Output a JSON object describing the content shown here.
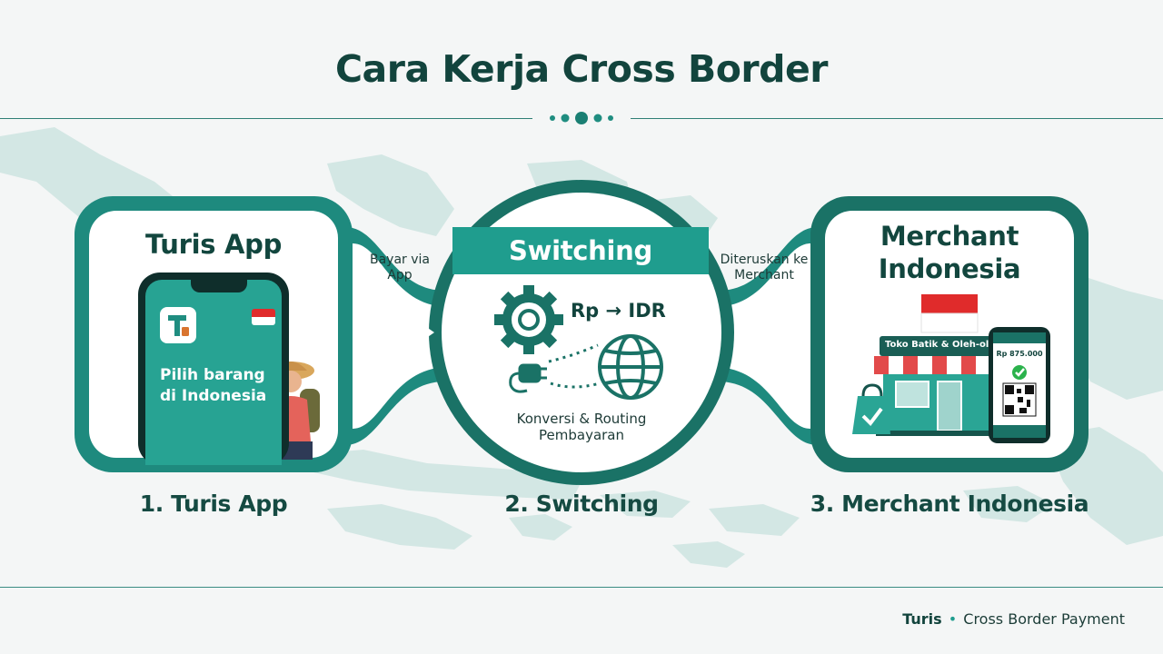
{
  "title": "Cara Kerja Cross Border",
  "colors": {
    "teal_dark": "#12443d",
    "teal": "#1f9d8e",
    "teal_ring": "#1e8a7e",
    "map": "#cfe5e2",
    "background": "#f4f6f6",
    "flag_red": "#e02b2b"
  },
  "steps": [
    {
      "card_title": "Turis App",
      "phone_text_line1": "Pilih barang",
      "phone_text_line2": "di Indonesia",
      "caption": "1. Turis App",
      "icons": [
        "app-logo-icon",
        "indonesia-flag-icon",
        "tourist-illustration"
      ]
    },
    {
      "card_title": "Switching",
      "conversion_label": "Rp → IDR",
      "description_line1": "Konversi & Routing",
      "description_line2": "Pembayaran",
      "caption": "2. Switching",
      "icons": [
        "gear-icon",
        "plug-icon",
        "globe-icon"
      ]
    },
    {
      "card_title_line1": "Merchant",
      "card_title_line2": "Indonesia",
      "shop_sign": "Toko Batik & Oleh-oleh",
      "amount": "Rp 875.000",
      "caption": "3. Merchant Indonesia",
      "icons": [
        "indonesia-flag-icon",
        "shop-icon",
        "shopping-bag-icon",
        "qr-code-icon",
        "check-icon"
      ]
    }
  ],
  "connectors": [
    {
      "line1": "Bayar via",
      "line2": "App",
      "icon": "arrow-right-icon"
    },
    {
      "line1": "Diteruskan ke",
      "line2": "Merchant",
      "icon": "arrow-right-icon"
    }
  ],
  "footer": {
    "brand": "Turis",
    "separator": "•",
    "text": "Cross Border Payment"
  }
}
